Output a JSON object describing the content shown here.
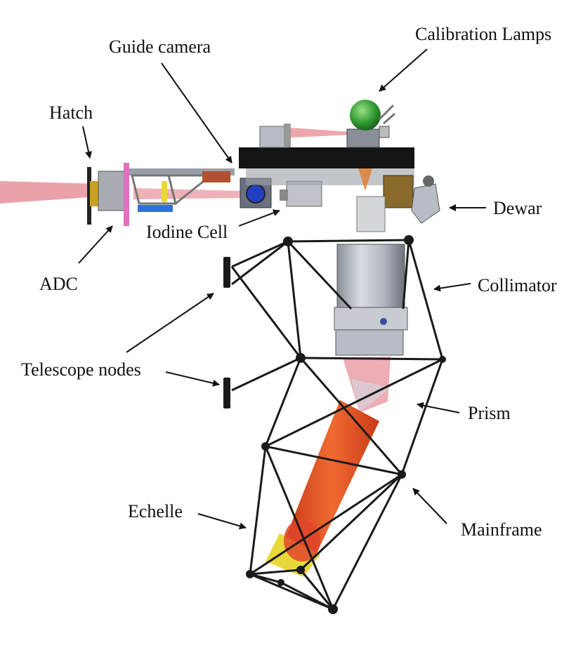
{
  "diagram": {
    "labels": {
      "calibration_lamps": "Calibration Lamps",
      "guide_camera": "Guide camera",
      "hatch": "Hatch",
      "dewar": "Dewar",
      "iodine_cell": "Iodine Cell",
      "adc": "ADC",
      "collimator": "Collimator",
      "telescope_nodes": "Telescope nodes",
      "prism": "Prism",
      "echelle": "Echelle",
      "mainframe": "Mainframe"
    },
    "colors": {
      "beam_pink": "#e8909a",
      "beam_red": "#e0452a",
      "echelle_yellow": "#e8d83a",
      "truss": "#1a1a1a",
      "collimator_gray": "#b8bcc4",
      "lamp_green": "#3aa83a",
      "bench_black": "#141414",
      "adc_magenta": "#e070c0",
      "adc_blue": "#2f6fe0"
    }
  }
}
